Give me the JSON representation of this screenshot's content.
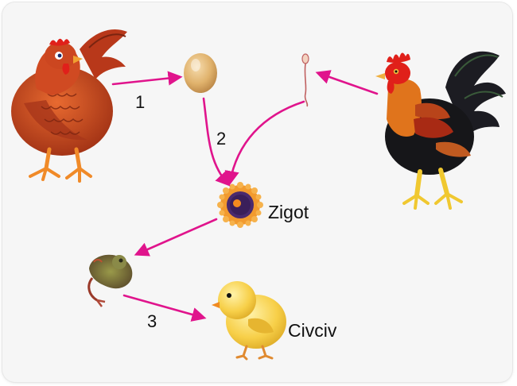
{
  "steps": {
    "step1": "1",
    "step2": "2",
    "step3": "3"
  },
  "labels": {
    "zygote": "Zigot",
    "chick": "Civciv"
  },
  "colors": {
    "arrow": "#e0148c",
    "hen": "#c8401c",
    "rooster_comb": "#e0201a",
    "egg": "#e0b26c",
    "chick": "#f7cf48",
    "zygote_ring": "#f29a2e",
    "zygote_core": "#4a2a6e"
  },
  "icons": [
    "hen-icon",
    "egg-icon",
    "sperm-icon",
    "rooster-icon",
    "zygote-icon",
    "embryo-icon",
    "chick-icon"
  ]
}
